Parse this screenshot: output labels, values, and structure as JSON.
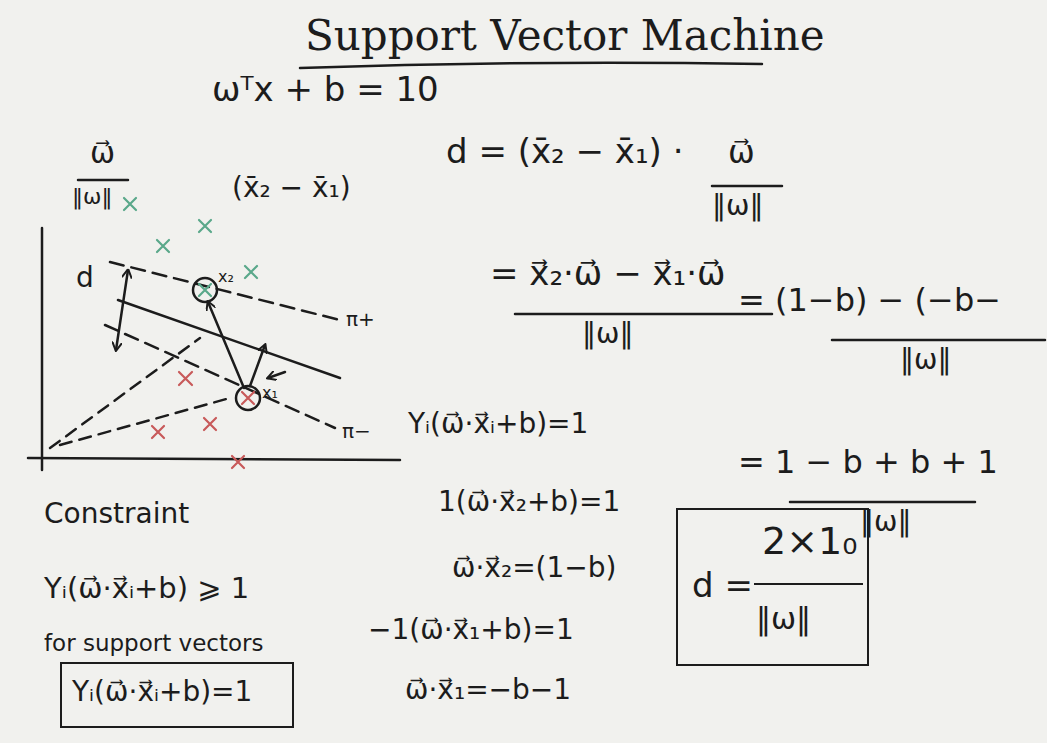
{
  "diagram": {
    "title": "Support Vector Machine",
    "nodes": [
      {
        "text": [
          "d =",
          "2×1₀",
          "‖ω‖"
        ]
      },
      {
        "text": [
          "Yᵢ(ω⃗·x⃗ᵢ+b)=1"
        ]
      }
    ],
    "labels": [
      "ωᵀx + b = 10",
      "ω⃗",
      "‖ω‖",
      "(x̄₂ − x̄₁)",
      "d = (x̄₂ − x̄₁) ·",
      "ω⃗",
      "‖ω‖",
      "= x⃗₂·ω⃗ − x⃗₁·ω⃗",
      "‖ω‖",
      "= (1−b) − (−b−",
      "‖ω‖",
      "= 1 − b + b + 1",
      "‖ω‖",
      "Yᵢ(ω⃗·x⃗ᵢ+b)=1",
      "1(ω⃗·x⃗₂+b)=1",
      "ω⃗·x⃗₂=(1−b)",
      "−1(ω⃗·x⃗₁+b)=1",
      "ω⃗·x⃗₁=−b−1",
      "Constraint",
      "Yᵢ(ω⃗·x⃗ᵢ+b) ⩾ 1",
      "for support vectors",
      "d",
      "x₂",
      "x₁",
      "π+",
      "π−"
    ]
  }
}
